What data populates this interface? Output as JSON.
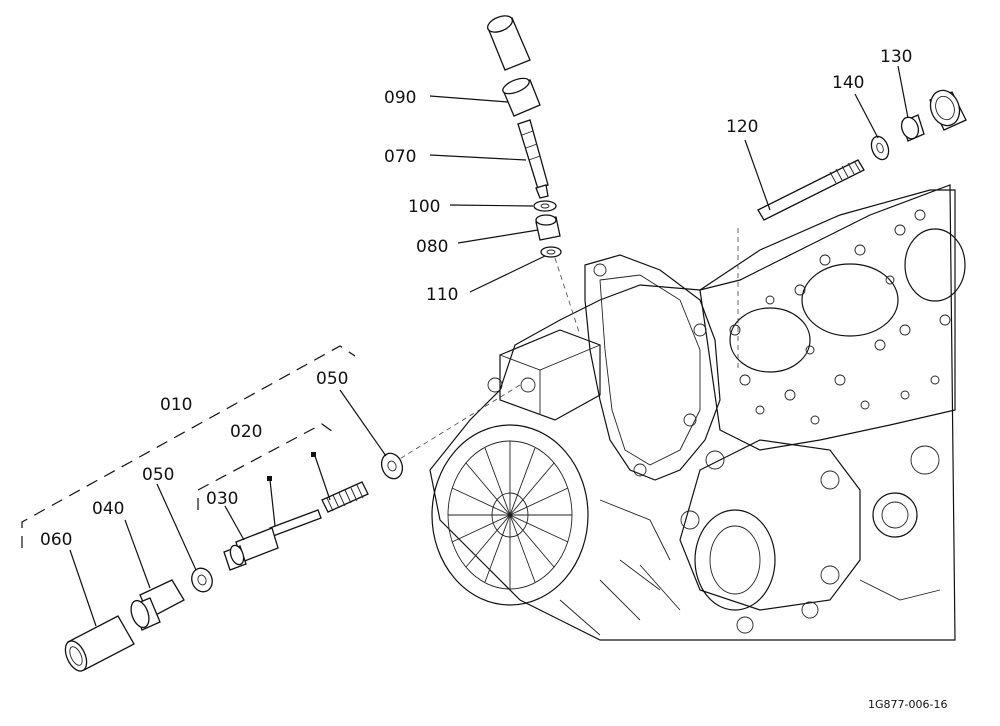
{
  "figure_reference": "1G877-006-16",
  "callouts": [
    {
      "id": "010",
      "label": "010"
    },
    {
      "id": "020",
      "label": "020"
    },
    {
      "id": "030",
      "label": "030"
    },
    {
      "id": "040",
      "label": "040"
    },
    {
      "id": "050a",
      "label": "050"
    },
    {
      "id": "050b",
      "label": "050"
    },
    {
      "id": "060",
      "label": "060"
    },
    {
      "id": "070",
      "label": "070"
    },
    {
      "id": "080",
      "label": "080"
    },
    {
      "id": "090",
      "label": "090"
    },
    {
      "id": "100",
      "label": "100"
    },
    {
      "id": "110",
      "label": "110"
    },
    {
      "id": "120",
      "label": "120"
    },
    {
      "id": "130",
      "label": "130"
    },
    {
      "id": "140",
      "label": "140"
    }
  ]
}
